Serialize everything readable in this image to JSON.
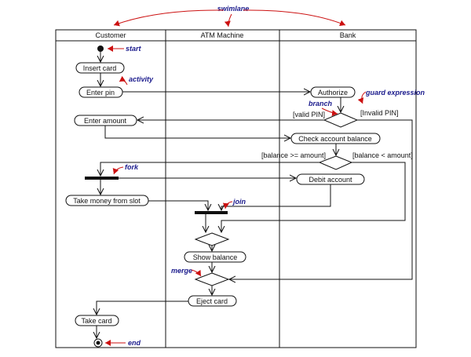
{
  "annotations": {
    "swimlane": "swimlane",
    "start": "start",
    "activity": "activity",
    "branch": "branch",
    "guard": "guard expression",
    "fork": "fork",
    "join": "join",
    "merge": "merge",
    "end": "end"
  },
  "lanes": {
    "customer": "Customer",
    "atm": "ATM Machine",
    "bank": "Bank"
  },
  "activities": {
    "insert_card": "Insert card",
    "enter_pin": "Enter pin",
    "authorize": "Authorize",
    "enter_amount": "Enter amount",
    "check_balance": "Check account balance",
    "debit_account": "Debit account",
    "take_money": "Take money from slot",
    "show_balance": "Show balance",
    "eject_card": "Eject card",
    "take_card": "Take card"
  },
  "guards": {
    "valid_pin": "[valid PIN]",
    "invalid_pin": "[Invalid PIN]",
    "balance_ok": "[balance >= amount]",
    "balance_low": "[balance < amount]"
  },
  "colors": {
    "annotation_arrow": "#cc1111",
    "annotation_text": "#1a1a8c",
    "line": "#111111"
  }
}
